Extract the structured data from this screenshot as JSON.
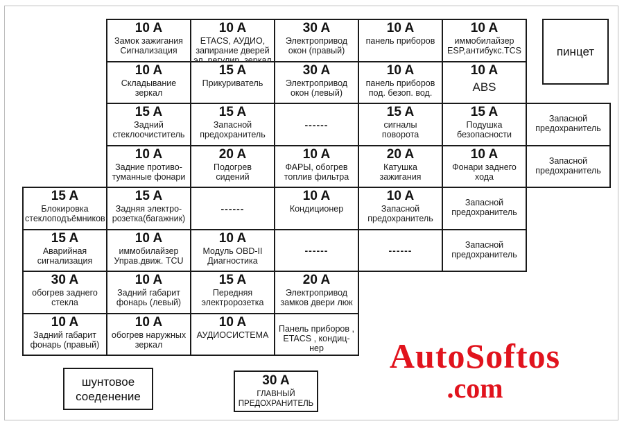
{
  "fuses": [
    {
      "id": "r1c1",
      "amp": "10 A",
      "label": "Замок зажигания\nСигнализация"
    },
    {
      "id": "r1c2",
      "amp": "10 A",
      "label": "ETACS, АУДИО,\nзапирание дверей\nэл. регулир. зеркал"
    },
    {
      "id": "r1c3",
      "amp": "30 A",
      "label": "Электропривод\nокон (правый)"
    },
    {
      "id": "r1c4",
      "amp": "10 A",
      "label": "панель приборов"
    },
    {
      "id": "r1c5",
      "amp": "10 A",
      "label": "иммобилайзер\nESP,антибукс.TCS"
    },
    {
      "id": "r2c1",
      "amp": "10 A",
      "label": "Складывание\nзеркал"
    },
    {
      "id": "r2c2",
      "amp": "15 A",
      "label": "Прикуриватель"
    },
    {
      "id": "r2c3",
      "amp": "30 A",
      "label": "Электропривод\nокон (левый)"
    },
    {
      "id": "r2c4",
      "amp": "10 A",
      "label": "панель приборов\nпод. безоп. вод."
    },
    {
      "id": "r2c5",
      "amp": "10 A",
      "label": "ABS"
    },
    {
      "id": "r3c1",
      "amp": "15 A",
      "label": "Задний\nстеклоочиститель"
    },
    {
      "id": "r3c2",
      "amp": "15 A",
      "label": "Запасной\nпредохранитель"
    },
    {
      "id": "r3c3",
      "amp": "",
      "label": "------"
    },
    {
      "id": "r3c4",
      "amp": "15 A",
      "label": "сигналы\nповорота"
    },
    {
      "id": "r3c5",
      "amp": "15 A",
      "label": "Подушка\nбезопасности"
    },
    {
      "id": "r3c6",
      "amp": "",
      "label": "Запасной\nпредохранитель"
    },
    {
      "id": "r4c1",
      "amp": "10 A",
      "label": "Задние противо-\nтуманные фонари"
    },
    {
      "id": "r4c2",
      "amp": "20 A",
      "label": "Подогрев\nсидений"
    },
    {
      "id": "r4c3",
      "amp": "10 A",
      "label": "ФАРЫ, обогрев\nтоплив фильтра"
    },
    {
      "id": "r4c4",
      "amp": "20 A",
      "label": "Катушка\nзажигания"
    },
    {
      "id": "r4c5",
      "amp": "10 A",
      "label": "Фонари заднего\nхода"
    },
    {
      "id": "r4c6",
      "amp": "",
      "label": "Запасной\nпредохранитель"
    },
    {
      "id": "r5c0",
      "amp": "15 A",
      "label": "Блокировка\nстеклоподъёмников"
    },
    {
      "id": "r5c1",
      "amp": "15 A",
      "label": "Задняя электро-\nрозетка(багажник)"
    },
    {
      "id": "r5c2",
      "amp": "",
      "label": "------"
    },
    {
      "id": "r5c3",
      "amp": "10 A",
      "label": "Кондиционер"
    },
    {
      "id": "r5c4",
      "amp": "10 A",
      "label": "Запасной\nпредохранитель"
    },
    {
      "id": "r5c5",
      "amp": "",
      "label": "Запасной\nпредохранитель"
    },
    {
      "id": "r6c0",
      "amp": "15 A",
      "label": "Аварийная\nсигнализация"
    },
    {
      "id": "r6c1",
      "amp": "10 A",
      "label": "иммобилайзер\nУправ.движ. TCU"
    },
    {
      "id": "r6c2",
      "amp": "10 A",
      "label": "Модуль OBD-II\nДиагностика"
    },
    {
      "id": "r6c3",
      "amp": "",
      "label": "------"
    },
    {
      "id": "r6c4",
      "amp": "",
      "label": "------"
    },
    {
      "id": "r6c5",
      "amp": "",
      "label": "Запасной\nпредохранитель"
    },
    {
      "id": "r7c0",
      "amp": "30 A",
      "label": "обогрев заднего\nстекла"
    },
    {
      "id": "r7c1",
      "amp": "10 A",
      "label": "Задний габарит\nфонарь (левый)"
    },
    {
      "id": "r7c2",
      "amp": "15 A",
      "label": "Передняя\nэлектророзетка"
    },
    {
      "id": "r7c3",
      "amp": "20 A",
      "label": "Электропривод\nзамков двери люк"
    },
    {
      "id": "r8c0",
      "amp": "10 A",
      "label": "Задний габарит\nфонарь (правый)"
    },
    {
      "id": "r8c1",
      "amp": "10 A",
      "label": "обогрев наружных\nзеркал"
    },
    {
      "id": "r8c2",
      "amp": "10 A",
      "label": "АУДИОСИСТЕМА"
    },
    {
      "id": "r8c3",
      "amp": "",
      "label": "Панель приборов ,\nETACS , кондиц-нер\nчасы, свет салона"
    }
  ],
  "extras": {
    "tweezers": "пинцет",
    "shunt": "шунтовое\nсоеденение",
    "main_fuse_amp": "30 A",
    "main_fuse_label": "ГЛАВНЫЙ\nПРЕДОХРАНИТЕЛЬ"
  },
  "brand": {
    "line1": "AutoSoftos",
    "line2": ".com",
    "color": "#e1131d"
  }
}
